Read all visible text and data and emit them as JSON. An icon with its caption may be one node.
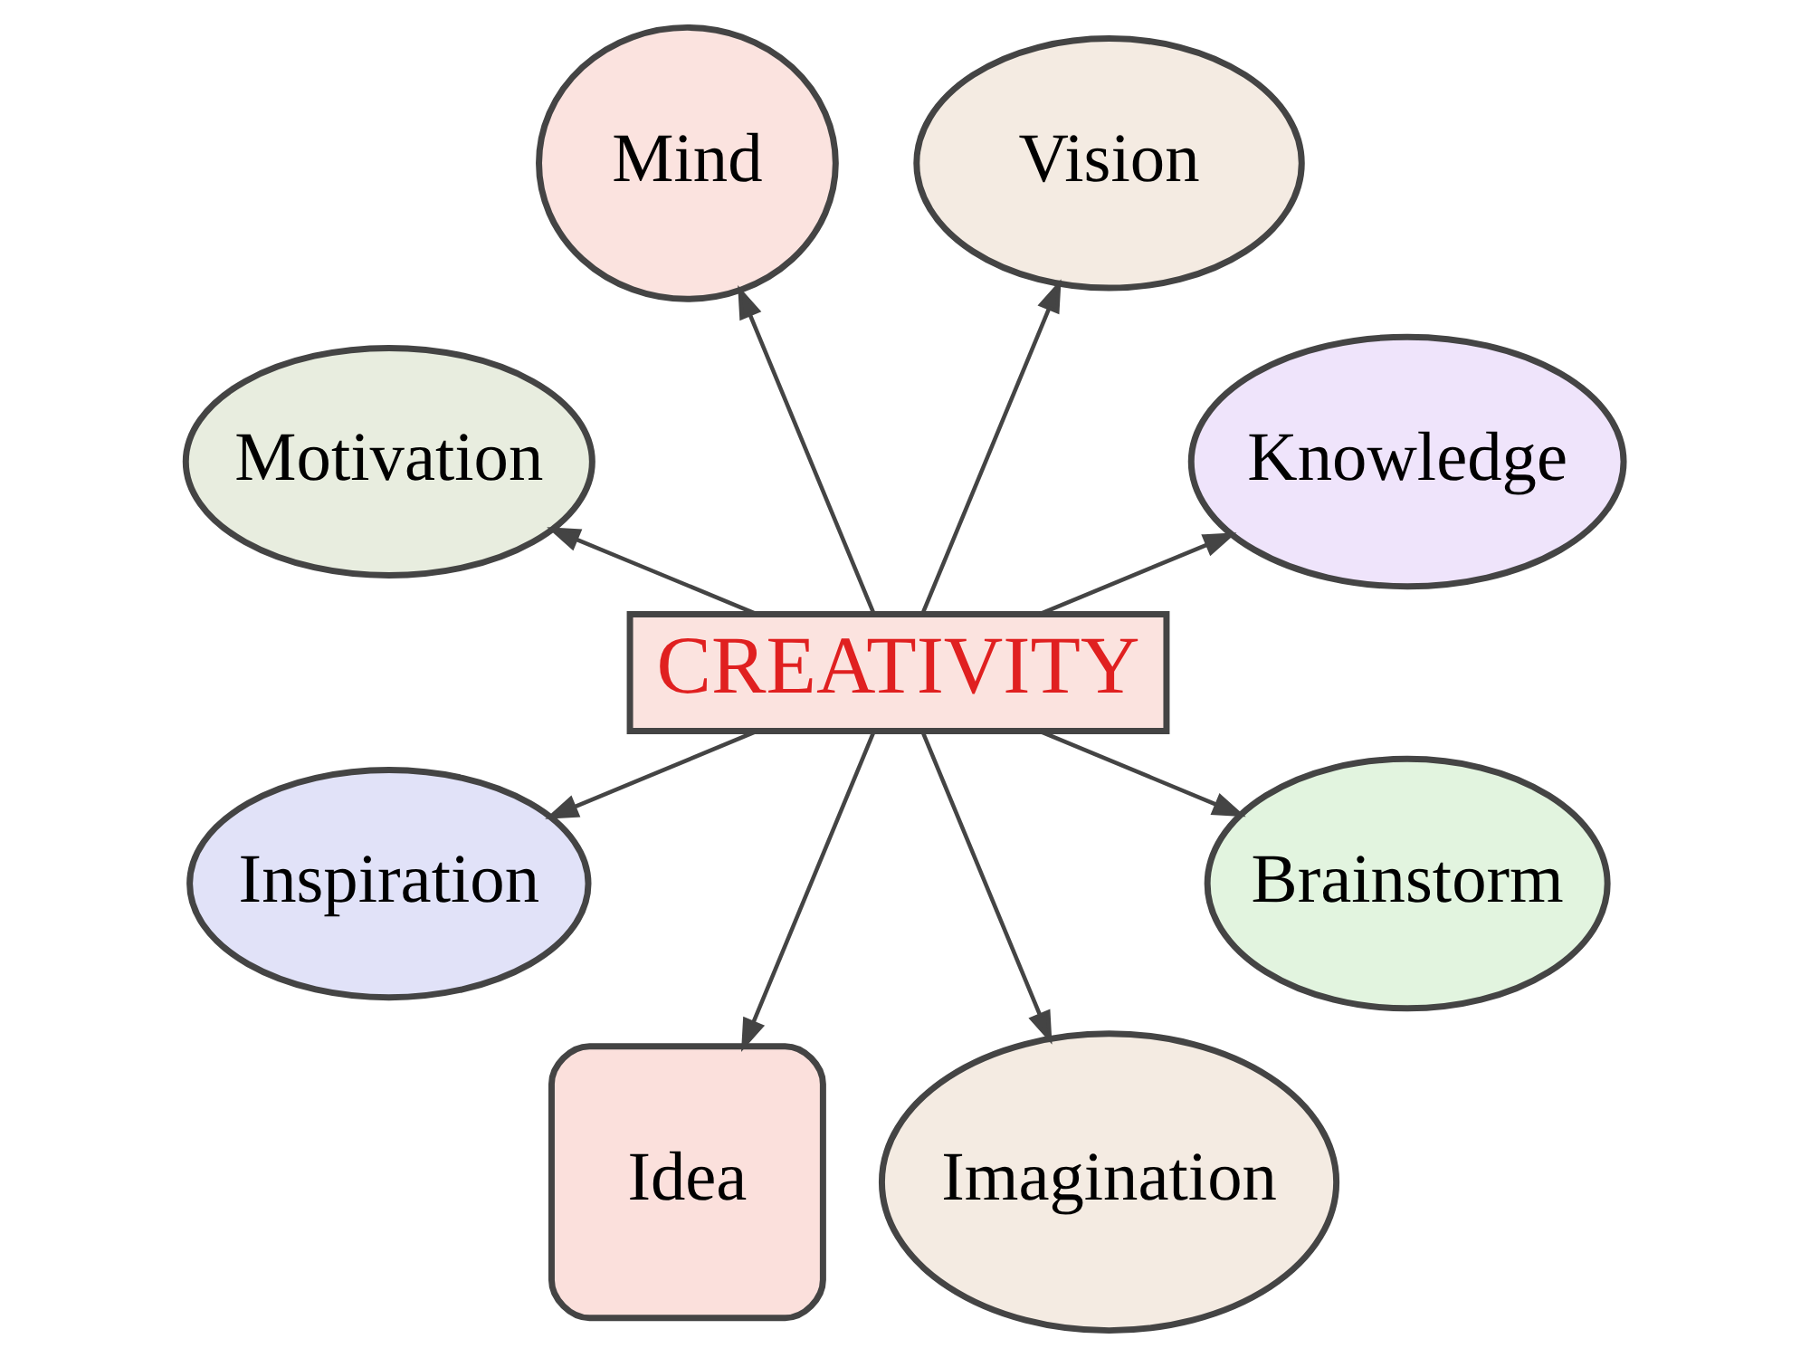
{
  "diagram": {
    "nodes": [
      {
        "text": [
          "Knowledge"
        ]
      },
      {
        "text": [
          "Vision"
        ]
      },
      {
        "text": [
          "Mind"
        ]
      },
      {
        "text": [
          "Motivation"
        ]
      },
      {
        "text": [
          "CREATIVITY"
        ]
      },
      {
        "text": [
          "Inspiration"
        ]
      },
      {
        "text": [
          "Idea"
        ]
      },
      {
        "text": [
          "Imagination"
        ]
      },
      {
        "text": [
          "Brainstorm"
        ]
      }
    ],
    "edges": [
      {
        "from": 4,
        "to": 0,
        "arrow": "to"
      },
      {
        "from": 4,
        "to": 1,
        "arrow": "to"
      },
      {
        "from": 4,
        "to": 2,
        "arrow": "to"
      },
      {
        "from": 4,
        "to": 3,
        "arrow": "to"
      },
      {
        "from": 4,
        "to": 5,
        "arrow": "to"
      },
      {
        "from": 4,
        "to": 6,
        "arrow": "to"
      },
      {
        "from": 4,
        "to": 7,
        "arrow": "to"
      },
      {
        "from": 4,
        "to": 8,
        "arrow": "to"
      }
    ]
  }
}
